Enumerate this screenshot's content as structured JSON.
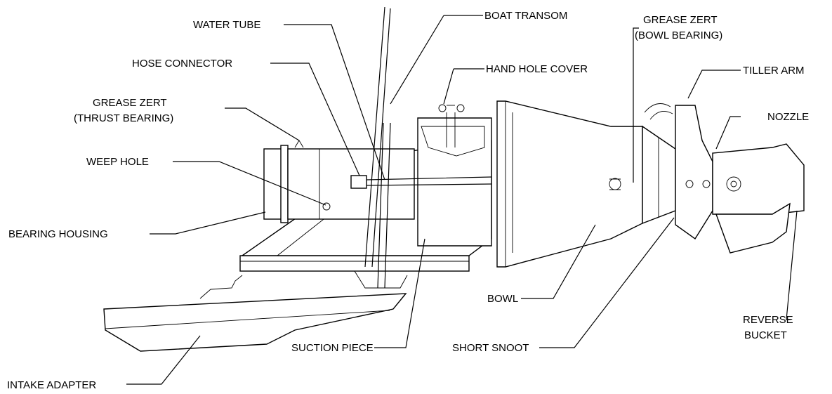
{
  "labels": {
    "boat_transom": "BOAT TRANSOM",
    "water_tube": "WATER TUBE",
    "hose_connector": "HOSE CONNECTOR",
    "hand_hole_cover": "HAND HOLE COVER",
    "grease_zert_thrust_1": "GREASE ZERT",
    "grease_zert_thrust_2": "(THRUST BEARING)",
    "weep_hole": "WEEP HOLE",
    "bearing_housing": "BEARING HOUSING",
    "grease_zert_bowl_1": "GREASE ZERT",
    "grease_zert_bowl_2": "(BOWL BEARING)",
    "tiller_arm": "TILLER ARM",
    "nozzle": "NOZZLE",
    "bowl": "BOWL",
    "suction_piece": "SUCTION PIECE",
    "short_snoot": "SHORT SNOOT",
    "reverse_bucket_1": "REVERSE",
    "reverse_bucket_2": "BUCKET",
    "intake_adapter": "INTAKE ADAPTER"
  }
}
